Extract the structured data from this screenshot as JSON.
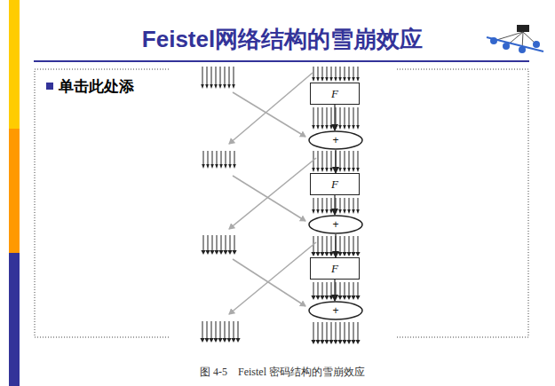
{
  "diagram": {
    "title": "Feistel网络结构的雪崩效应",
    "caption": "图 4-5　Feistel 密码结构的雪崩效应",
    "nodes": [
      {
        "text": [
          "F"
        ]
      },
      {
        "text": [
          "+"
        ]
      },
      {
        "text": [
          "F"
        ]
      },
      {
        "text": [
          "+"
        ]
      },
      {
        "text": [
          "F"
        ]
      },
      {
        "text": [
          "+"
        ]
      }
    ],
    "edges": [
      {
        "from": 0,
        "to": 1,
        "arrow": "to"
      },
      {
        "from": 1,
        "to": 2,
        "arrow": "to"
      },
      {
        "from": 2,
        "to": 3,
        "arrow": "to"
      },
      {
        "from": 3,
        "to": 4,
        "arrow": "to"
      },
      {
        "from": 4,
        "to": 5,
        "arrow": "to"
      }
    ],
    "labels": [
      "单击此处添"
    ]
  }
}
